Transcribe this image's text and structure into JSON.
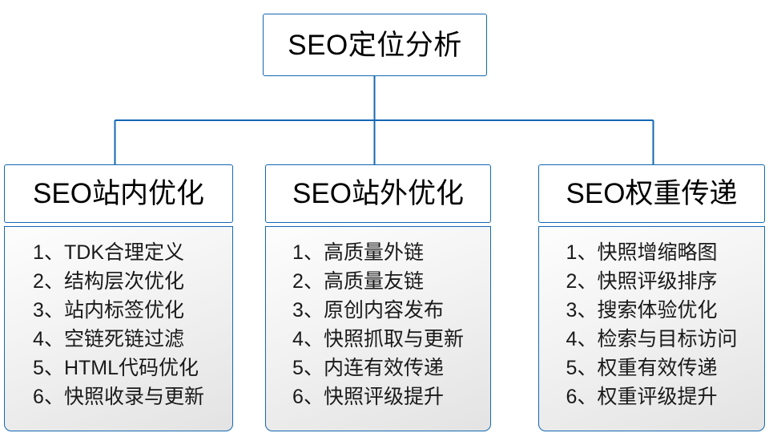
{
  "diagram": {
    "type": "org-tree",
    "accent_color": "#1368b3",
    "text_color": "#1a1a1a",
    "panel_gradient_from": "#fdfdfd",
    "panel_gradient_to": "#e3e3e3",
    "root": {
      "label": "SEO定位分析"
    },
    "separator": "、",
    "branches": [
      {
        "header": "SEO站内优化",
        "items": [
          {
            "index": "1",
            "text": "TDK合理定义"
          },
          {
            "index": "2",
            "text": "结构层次优化"
          },
          {
            "index": "3",
            "text": "站内标签优化"
          },
          {
            "index": "4",
            "text": "空链死链过滤"
          },
          {
            "index": "5",
            "text": "HTML代码优化"
          },
          {
            "index": "6",
            "text": "快照收录与更新"
          }
        ]
      },
      {
        "header": "SEO站外优化",
        "items": [
          {
            "index": "1",
            "text": "高质量外链"
          },
          {
            "index": "2",
            "text": "高质量友链"
          },
          {
            "index": "3",
            "text": "原创内容发布"
          },
          {
            "index": "4",
            "text": "快照抓取与更新"
          },
          {
            "index": "5",
            "text": "内连有效传递"
          },
          {
            "index": "6",
            "text": "快照评级提升"
          }
        ]
      },
      {
        "header": "SEO权重传递",
        "items": [
          {
            "index": "1",
            "text": "快照增缩略图"
          },
          {
            "index": "2",
            "text": "快照评级排序"
          },
          {
            "index": "3",
            "text": "搜索体验优化"
          },
          {
            "index": "4",
            "text": "检索与目标访问"
          },
          {
            "index": "5",
            "text": "权重有效传递"
          },
          {
            "index": "6",
            "text": "权重评级提升"
          }
        ]
      }
    ]
  }
}
